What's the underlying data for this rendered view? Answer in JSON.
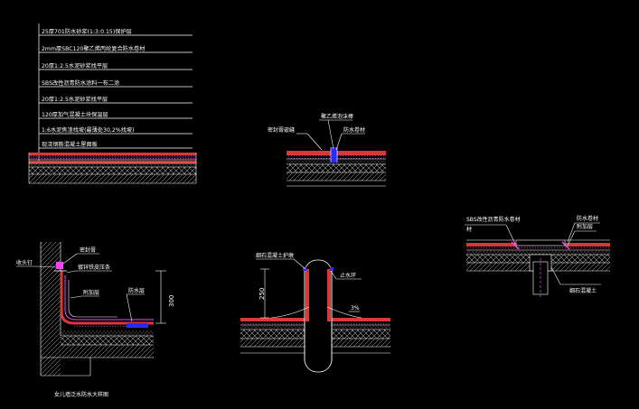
{
  "colors": {
    "background": "#000000",
    "line": "#ffffff",
    "membrane": "#ff3030",
    "filler": "#4040ff",
    "leader": "#ff40ff",
    "dotted": "#a03aa0"
  },
  "layer_legend": [
    "25厚701防水砂浆(1:3:0.15)保护层",
    "2mm厚SBC120聚乙烯丙纶复合防水卷材",
    "20厚1:2.5水泥砂浆找平层",
    "SBS改性沥青防水涂料一布二涂",
    "20厚1:2.5水泥砂浆找平层",
    "120厚加气混凝土块保温层",
    "1:6水泥焦渣找坡(最薄处30,2%找坡)",
    "现浇钢筋混凝土屋面板"
  ],
  "joint_detail": {
    "label_left": "密封膏嵌缝",
    "label_top": "聚乙烯泡沫棒",
    "label_right": "防水卷材"
  },
  "drain_detail": {
    "label_left": "SBS改性沥青防水卷材",
    "label_left_cont": "材",
    "label_right_top": "防水卷材",
    "label_right_mid": "附加层",
    "label_bottom": "细石混凝土"
  },
  "parapet_detail": {
    "label_left": "收头钉",
    "label_top": "密封膏",
    "label_mid": "镀锌铁皮压条",
    "label_additional": "附加层",
    "label_membrane": "防水层",
    "dimension": "300",
    "caption": "女儿墙泛水防水大样图"
  },
  "pipe_detail": {
    "label_top": "细石混凝土护墩",
    "label_right": "止水环",
    "dimension": "250",
    "slope": "3%"
  }
}
